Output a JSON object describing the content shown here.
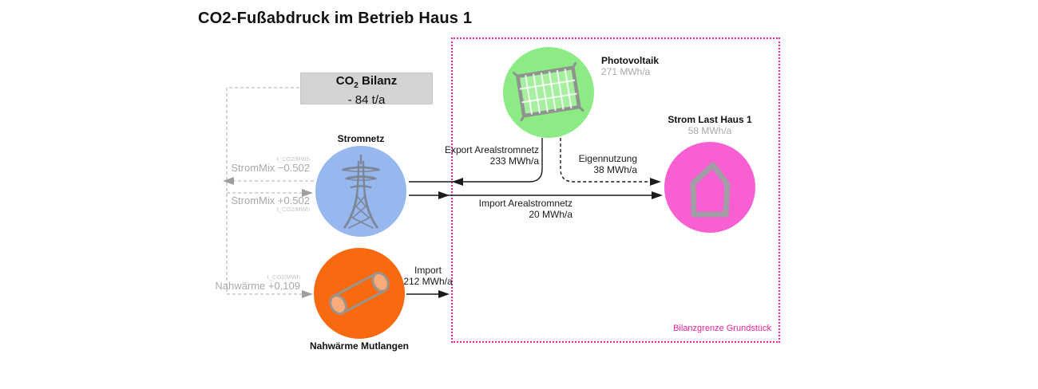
{
  "title": "CO2-Fußabdruck im Betrieb Haus 1",
  "balance": {
    "title_prefix": "CO",
    "title_sub": "2",
    "title_suffix": " Bilanz",
    "value": "- 84 t/a",
    "box_color": "#d4d4d4"
  },
  "boundary": {
    "label": "Bilanzgrenze Grundstück",
    "color": "#F0219A"
  },
  "nodes": {
    "stromnetz": {
      "label": "Stromnetz",
      "color": "#97B8EE",
      "icon": "power-tower-icon"
    },
    "photovoltaik": {
      "label": "Photovoltaik",
      "value": "271 MWh/a",
      "color": "#8DEB85",
      "icon": "solar-panel-icon"
    },
    "stromlast": {
      "label": "Strom Last Haus 1",
      "value": "58 MWh/a",
      "color": "#F75FD2",
      "icon": "house-icon"
    },
    "nahwaerme": {
      "label": "Nahwärme Mutlangen",
      "color": "#F9690F",
      "icon": "pipe-icon"
    }
  },
  "flows": {
    "export_areal": {
      "label": "Export Arealstromnetz",
      "value": "233 MWh/a"
    },
    "eigennutzung": {
      "label": "Eigennutzung",
      "value": "38 MWh/a"
    },
    "import_areal": {
      "label": "Import Arealstromnetz",
      "value": "20 MWh/a"
    },
    "import_nahwaerme": {
      "label": "Import",
      "value": "212 MWh/a"
    }
  },
  "factors": {
    "strommix_export": {
      "unit": "t_CO2/MWh",
      "label": "StromMix −0.502"
    },
    "strommix_import": {
      "unit": "t_CO2/MWh",
      "label": "StromMix +0.502"
    },
    "nahwaerme_import": {
      "unit": "t_CO2/MWh",
      "label": "Nahwärme +0.109"
    }
  }
}
